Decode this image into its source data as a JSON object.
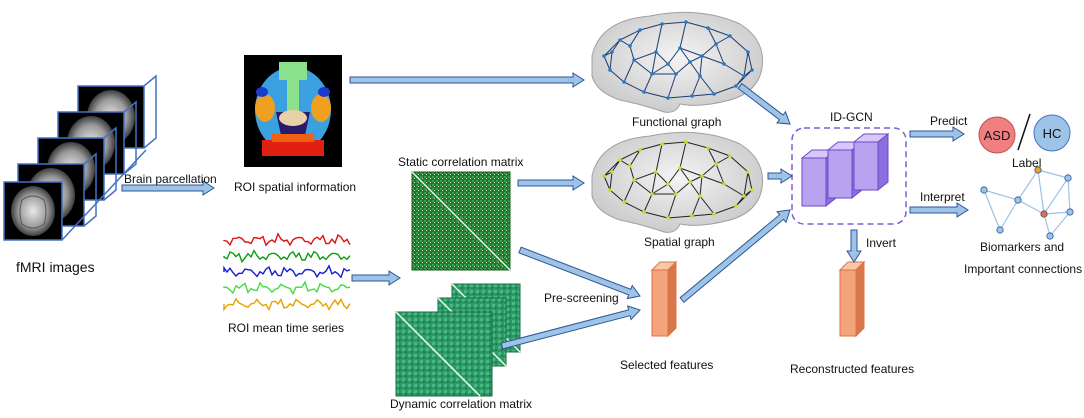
{
  "labels": {
    "fmri": "fMRI images",
    "parcellation": "Brain parcellation",
    "roi_spatial": "ROI spatial information",
    "roi_series": "ROI mean time series",
    "static_corr": "Static correlation matrix",
    "dynamic_corr": "Dynamic correlation matrix",
    "prescreening": "Pre-screening",
    "selected": "Selected features",
    "functional": "Functional graph",
    "spatial": "Spatial graph",
    "model": "ID-GCN",
    "invert": "Invert",
    "reconstructed": "Reconstructed features",
    "predict": "Predict",
    "interpret": "Interpret",
    "asd": "ASD",
    "hc": "HC",
    "label": "Label",
    "biomarkers_line1": "Biomarkers and",
    "biomarkers_line2": "Important connections"
  },
  "colors": {
    "arrow_fill": "#9dc3e6",
    "arrow_stroke": "#2f5597",
    "gcn_purple": "#b9a3f0",
    "gcn_dark": "#7d5fd6",
    "feature_orange": "#f4a47c",
    "asd_red": "#f08080",
    "hc_blue": "#9dc3e6",
    "series": [
      "#e01010",
      "#109a10",
      "#1a1ad0",
      "#48d848",
      "#e8a000"
    ]
  },
  "icons": {
    "brain_scan": "brain-mri-slice-icon",
    "parcellation": "roi-parcellation-map-icon",
    "brain_graph": "brain-graph-icon",
    "matrix": "correlation-matrix-icon",
    "network": "biomarker-network-icon"
  }
}
